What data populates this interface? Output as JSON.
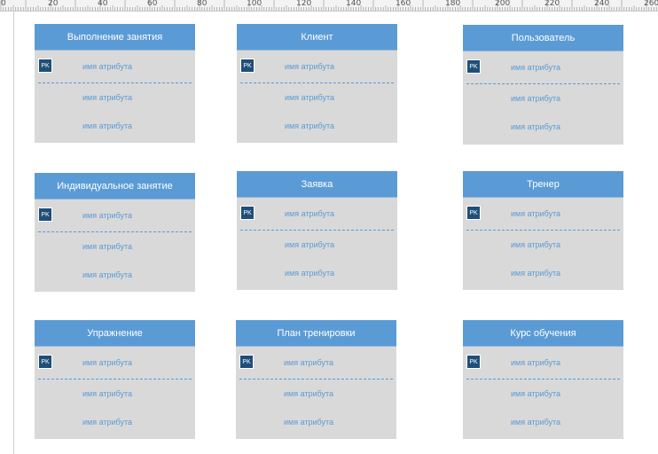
{
  "ruler": {
    "labels": [
      "0",
      "20",
      "40",
      "60",
      "80",
      "100",
      "120",
      "140",
      "160",
      "180",
      "200",
      "220",
      "240",
      "260"
    ]
  },
  "entities": [
    {
      "title": "Выполнение занятия",
      "pk": "PK",
      "attributes": [
        "имя атрибута",
        "имя атрибута",
        "имя атрибута"
      ]
    },
    {
      "title": "Клиент",
      "pk": "PK",
      "attributes": [
        "имя атрибута",
        "имя атрибута",
        "имя атрибута"
      ]
    },
    {
      "title": "Пользователь",
      "pk": "PK",
      "attributes": [
        "имя атрибута",
        "имя атрибута",
        "имя атрибута"
      ]
    },
    {
      "title": "Индивидуальное занятие",
      "pk": "PK",
      "attributes": [
        "имя атрибута",
        "имя атрибута",
        "имя атрибута"
      ]
    },
    {
      "title": "Заявка",
      "pk": "PK",
      "attributes": [
        "имя атрибута",
        "имя атрибута",
        "имя атрибута"
      ]
    },
    {
      "title": "Тренер",
      "pk": "PK",
      "attributes": [
        "имя атрибута",
        "имя атрибута",
        "имя атрибута"
      ]
    },
    {
      "title": "Упражнение",
      "pk": "PK",
      "attributes": [
        "имя атрибута",
        "имя атрибута",
        "имя атрибута"
      ]
    },
    {
      "title": "План тренировки",
      "pk": "PK",
      "attributes": [
        "имя атрибута",
        "имя атрибута",
        "имя атрибута"
      ]
    },
    {
      "title": "Курс обучения",
      "pk": "PK",
      "attributes": [
        "имя атрибута",
        "имя атрибута",
        "имя атрибута"
      ]
    }
  ]
}
